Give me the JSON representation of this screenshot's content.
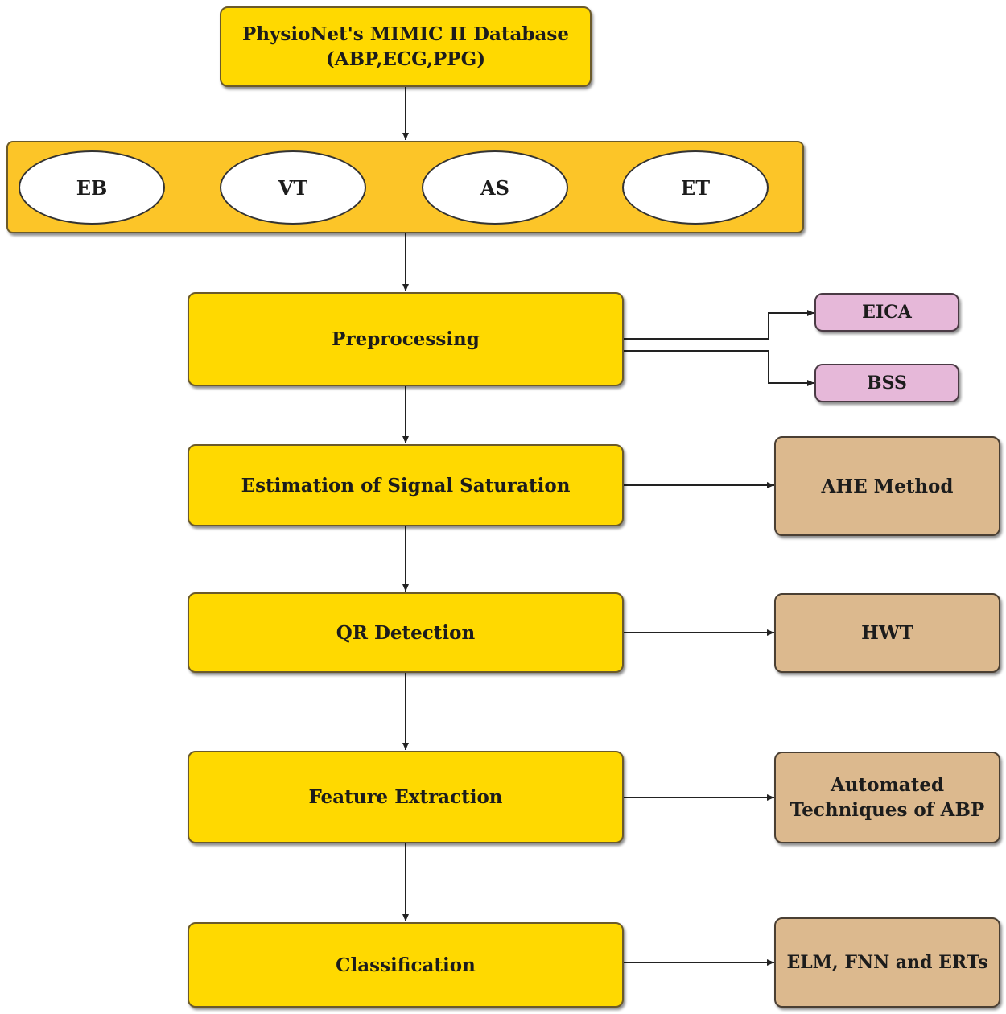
{
  "source": {
    "line1": "PhysioNet's MIMIC II Database",
    "line2": "(ABP,ECG,PPG)"
  },
  "signals": [
    "EB",
    "VT",
    "AS",
    "ET"
  ],
  "steps": {
    "preprocessing": "Preprocessing",
    "saturation": "Estimation of Signal Saturation",
    "qr": "QR Detection",
    "feature": "Feature Extraction",
    "classification": "Classification"
  },
  "methods": {
    "eica": "EICA",
    "bss": "BSS",
    "ahe": "AHE Method",
    "hwt": "HWT",
    "abp_line1": "Automated",
    "abp_line2": "Techniques of ABP",
    "classifiers": "ELM, FNN and ERTs"
  },
  "colors": {
    "step_fill": "#ffd900",
    "signal_band": "#fcc528",
    "preprocess_method": "#e6b8d9",
    "method": "#dcb98e"
  }
}
